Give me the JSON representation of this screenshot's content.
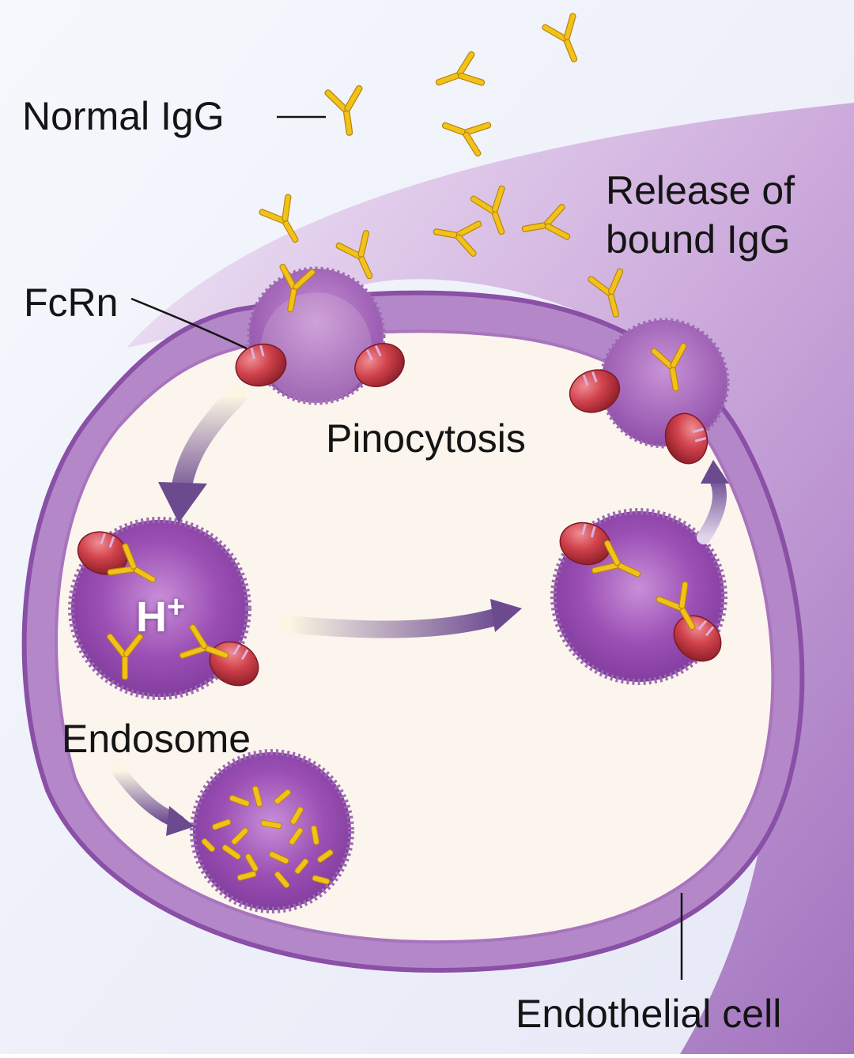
{
  "labels": {
    "normal_igg": "Normal IgG",
    "fcrn": "FcRn",
    "release_line1": "Release of",
    "release_line2": "bound IgG",
    "pinocytosis": "Pinocytosis",
    "h_plus_base": "H",
    "h_plus_sup": "+",
    "endosome": "Endosome",
    "endothelial_cell": "Endothelial cell"
  },
  "colors": {
    "background": "#ffffff",
    "cell_membrane": "#8a4fa6",
    "cytoplasm": "#fbf5ee",
    "endosome": "#9a4fb0",
    "igg": "#f2c21b",
    "fcrn": "#c8323c",
    "arrow": "#6b4a8e",
    "text": "#141414"
  },
  "icons": [
    "igg-antibody-icon",
    "fcrn-receptor-icon",
    "arrow-icon"
  ]
}
